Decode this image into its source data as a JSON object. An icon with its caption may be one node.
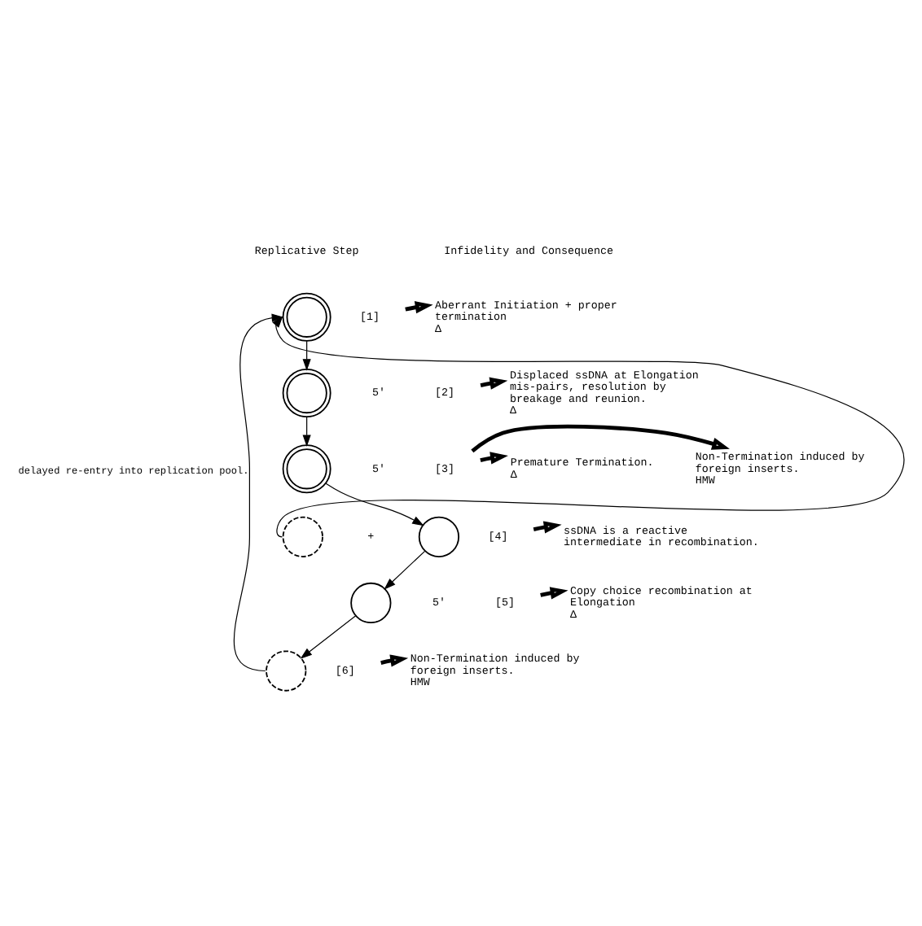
{
  "diagram": {
    "nodes": [
      {
        "text": [],
        "shape": "circle"
      },
      {
        "text": [
          "[1]"
        ]
      },
      {
        "text": [
          "Aberrant Initiation + proper termination",
          "Δ"
        ]
      },
      {
        "text": [],
        "shape": "circle"
      },
      {
        "text": [
          "[2]"
        ]
      },
      {
        "text": [
          "Displaced ssDNA at Elongation mis-pairs, resolution by breakage and reunion.",
          "Δ"
        ]
      },
      {
        "text": [],
        "shape": "circle"
      },
      {
        "text": [
          "[3]"
        ]
      },
      {
        "text": [
          "Premature Termination.",
          "Δ"
        ]
      },
      {
        "text": [
          "Non-Termination induced by foreign inserts.",
          "HMW"
        ]
      },
      {
        "text": [],
        "shape": "circle"
      },
      {
        "text": [],
        "shape": "circle"
      },
      {
        "text": [
          "[4]"
        ]
      },
      {
        "text": [
          "ssDNA is a reactive intermediate in recombination."
        ]
      },
      {
        "text": [],
        "shape": "circle"
      },
      {
        "text": [
          "[5]"
        ]
      },
      {
        "text": [
          "Copy choice recombination at Elongation",
          "Δ"
        ]
      },
      {
        "text": [],
        "shape": "circle"
      },
      {
        "text": [
          "[6]"
        ]
      },
      {
        "text": [
          "Non-Termination induced by foreign inserts.",
          "HMW"
        ]
      }
    ],
    "edges": [
      {
        "from": 0,
        "to": 3,
        "arrow": "to"
      },
      {
        "from": 3,
        "to": 6,
        "arrow": "to"
      },
      {
        "from": 6,
        "to": 11,
        "arrow": "to"
      },
      {
        "from": 11,
        "to": 14,
        "arrow": "to"
      },
      {
        "from": 14,
        "to": 17,
        "arrow": "to"
      },
      {
        "from": 1,
        "to": 2,
        "arrow": "to",
        "style": "thick"
      },
      {
        "from": 4,
        "to": 5,
        "arrow": "to",
        "style": "thick"
      },
      {
        "from": 7,
        "to": 8,
        "arrow": "to",
        "style": "thick"
      },
      {
        "from": 7,
        "to": 9,
        "arrow": "to",
        "style": "thick"
      },
      {
        "from": 12,
        "to": 13,
        "arrow": "to",
        "style": "thick"
      },
      {
        "from": 15,
        "to": 16,
        "arrow": "to",
        "style": "thick"
      },
      {
        "from": 18,
        "to": 19,
        "arrow": "to",
        "style": "thick"
      },
      {
        "from": 10,
        "to": 0,
        "arrow": "to"
      },
      {
        "from": 17,
        "to": 0,
        "arrow": "to",
        "label": "delayed re-entry into replication pool."
      }
    ],
    "labels": [
      "Replicative Step",
      "Infidelity and Consequence",
      "5'",
      "5'",
      "+",
      "5'"
    ]
  }
}
